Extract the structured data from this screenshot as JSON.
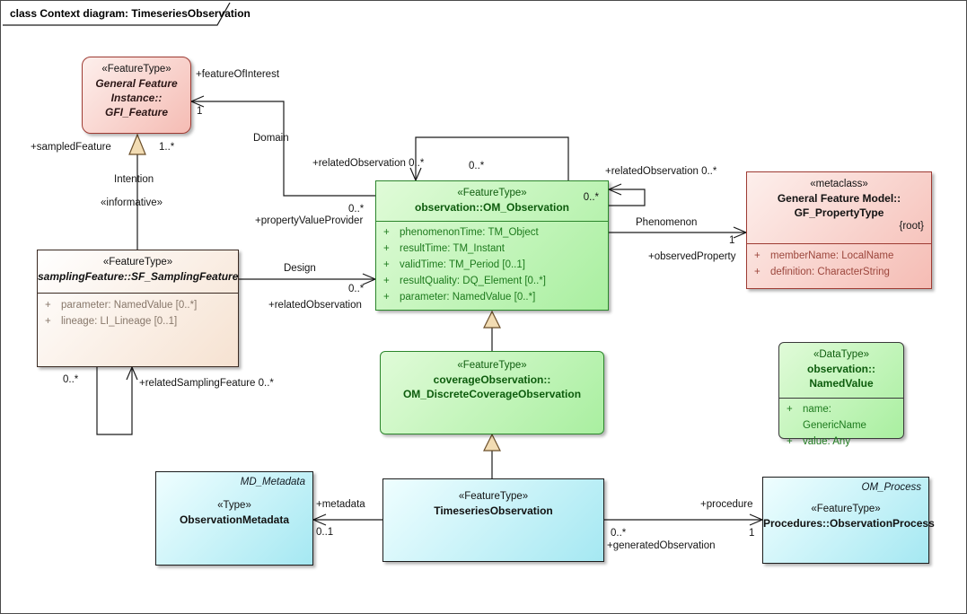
{
  "ui": {
    "plus": "+"
  },
  "frame": {
    "title": "class Context diagram: TimeseriesObservation"
  },
  "colors": {
    "pink_fill": "#f5bcb4",
    "pink_border": "#9e3b33",
    "green_fill": "#a9efa0",
    "green_border": "#2c862c",
    "green_text": "#1d7a1d",
    "cyan_fill": "#a5e8f2",
    "cyan_border": "#1c1c1c",
    "linen_fill": "#f6e2d1",
    "linen_border": "#3a2a22",
    "generalization_arrow_fill": "#f2dcb3",
    "line_color": "#1a1a1a"
  },
  "classes": {
    "gfi_feature": {
      "stereotype": "«FeatureType»",
      "line1": "General Feature",
      "line2": "Instance::",
      "line3": "GFI_Feature"
    },
    "om_observation": {
      "stereotype": "«FeatureType»",
      "name": "observation::OM_Observation",
      "corner_mult": "0..*",
      "attributes": [
        "phenomenonTime: TM_Object",
        "resultTime: TM_Instant",
        "validTime: TM_Period [0..1]",
        "resultQuality: DQ_Element [0..*]",
        "parameter: NamedValue [0..*]"
      ]
    },
    "gf_property_type": {
      "stereotype": "«metaclass»",
      "line1": "General Feature Model::",
      "line2": "GF_PropertyType",
      "root": "{root}",
      "attributes": [
        "memberName: LocalName",
        "definition: CharacterString"
      ]
    },
    "sf_sampling_feature": {
      "stereotype": "«FeatureType»",
      "name": "samplingFeature::SF_SamplingFeature",
      "attributes": [
        "parameter: NamedValue [0..*]",
        "lineage: LI_Lineage [0..1]"
      ]
    },
    "om_discrete_coverage_observation": {
      "stereotype": "«FeatureType»",
      "line1": "coverageObservation::",
      "line2": "OM_DiscreteCoverageObservation"
    },
    "named_value": {
      "stereotype": "«DataType»",
      "line1": "observation::",
      "line2": "NamedValue",
      "attributes": [
        "name: GenericName",
        "value: Any"
      ]
    },
    "timeseries_observation": {
      "stereotype": "«FeatureType»",
      "name": "TimeseriesObservation"
    },
    "observation_metadata": {
      "parent": "MD_Metadata",
      "stereotype": "«Type»",
      "name": "ObservationMetadata"
    },
    "observation_process": {
      "parent": "OM_Process",
      "stereotype": "«FeatureType»",
      "name": "Procedures::ObservationProcess"
    }
  },
  "edges": {
    "domain": {
      "name": "Domain",
      "target_role": "+featureOfInterest",
      "target_mult": "1",
      "source_role": "+propertyValueProvider",
      "source_mult": "0..*"
    },
    "intention": {
      "name": "Intention",
      "stereotype": "«informative»",
      "role": "+sampledFeature",
      "mult": "1..*"
    },
    "self_top": {
      "label": "+relatedObservation 0..*",
      "mult": "0..*"
    },
    "self_right": {
      "label": "+relatedObservation 0..*"
    },
    "phenomenon": {
      "name": "Phenomenon",
      "role": "+observedProperty",
      "mult": "1"
    },
    "design": {
      "name": "Design",
      "role": "+relatedObservation",
      "mult": "0..*"
    },
    "sampling_self": {
      "source_mult": "0..*",
      "label": "+relatedSamplingFeature 0..*"
    },
    "metadata": {
      "role": "+metadata",
      "mult": "0..1"
    },
    "procedure": {
      "role": "+procedure",
      "mult": "1",
      "source_role": "+generatedObservation",
      "source_mult": "0..*"
    }
  }
}
